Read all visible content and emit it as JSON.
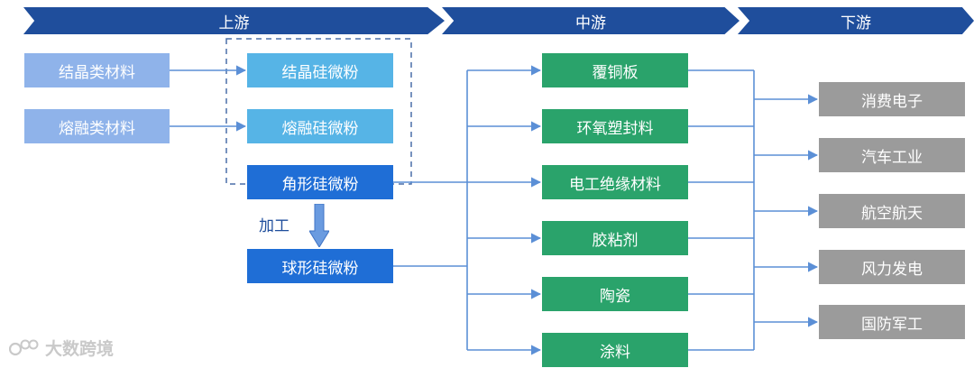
{
  "stages": {
    "upstream": "上游",
    "midstream": "中游",
    "downstream": "下游"
  },
  "raw_materials": [
    "结晶类材料",
    "熔融类材料"
  ],
  "powders": {
    "crystalline": "结晶硅微粉",
    "fused": "熔融硅微粉",
    "angular": "角形硅微粉",
    "spherical": "球形硅微粉"
  },
  "process_label": "加工",
  "midstream_items": [
    "覆铜板",
    "环氧塑封料",
    "电工绝缘材料",
    "胶粘剂",
    "陶瓷",
    "涂料"
  ],
  "downstream_items": [
    "消费电子",
    "汽车工业",
    "航空航天",
    "风力发电",
    "国防军工"
  ],
  "watermark": "大数跨境",
  "colors": {
    "stage": "#1f4e9c",
    "raw": "#8fb3ea",
    "powder_light": "#56b4e6",
    "powder_dark": "#1f6ed6",
    "midstream": "#2aa36b",
    "downstream": "#9b9b9b",
    "connector": "#5b8fd6"
  }
}
